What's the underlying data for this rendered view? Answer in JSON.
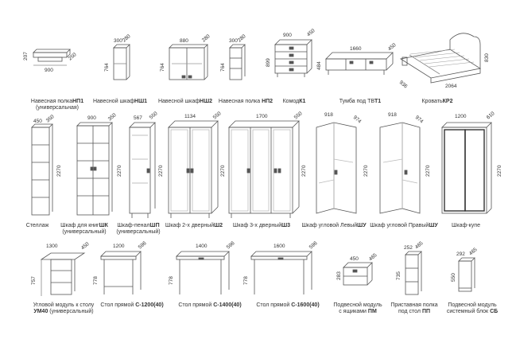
{
  "row1": [
    {
      "name": "Навесная полка",
      "code": "НП1",
      "sub": "(универсальная)",
      "dims": [
        "900",
        "207",
        "250"
      ]
    },
    {
      "name": "Навесной шкаф",
      "code": "НШ1",
      "sub": "",
      "dims": [
        "300",
        "280",
        "764"
      ]
    },
    {
      "name": "Навесной шкаф",
      "code": "НШ2",
      "sub": "",
      "dims": [
        "880",
        "280",
        "764"
      ]
    },
    {
      "name": "Навесная полка ",
      "code": "НП2",
      "sub": "",
      "dims": [
        "300",
        "280",
        "764"
      ]
    },
    {
      "name": "Комод",
      "code": "К1",
      "sub": "",
      "dims": [
        "900",
        "450",
        "899"
      ]
    },
    {
      "name": "Тумба под ТВ",
      "code": "Т1",
      "sub": "",
      "dims": [
        "1660",
        "450",
        "484"
      ]
    },
    {
      "name": "Кровать",
      "code": "КР2",
      "sub": "",
      "dims": [
        "2064",
        "936",
        "830"
      ]
    }
  ],
  "row2": [
    {
      "name": "Стеллаж",
      "code": "",
      "sub": "",
      "dims": [
        "450",
        "350",
        "2270"
      ]
    },
    {
      "name": "Шкаф для книг",
      "code": "ШК",
      "sub": "(универсальный)",
      "dims": [
        "900",
        "350",
        "2270"
      ]
    },
    {
      "name": "Шкаф-пенал",
      "code": "ШП",
      "sub": "(универсальный)",
      "dims": [
        "567",
        "550",
        "2270"
      ]
    },
    {
      "name": "Шкаф 2-х дверный",
      "code": "Ш2",
      "sub": "",
      "dims": [
        "1134",
        "550",
        "2270"
      ]
    },
    {
      "name": "Шкаф 3-х дверный",
      "code": "Ш3",
      "sub": "",
      "dims": [
        "1700",
        "550",
        "2270"
      ]
    },
    {
      "name": "Шкаф угловой Левый",
      "code": "ШУ",
      "sub": "",
      "dims": [
        "918",
        "974",
        "2270"
      ]
    },
    {
      "name": "Шкаф угловой Правый",
      "code": "ШУ",
      "sub": "",
      "dims": [
        "918",
        "974",
        "2270"
      ]
    },
    {
      "name": "Шкаф-купе",
      "code": "",
      "sub": "",
      "dims": [
        "1200",
        "610",
        "2270"
      ]
    }
  ],
  "row3": [
    {
      "name": "Угловой модуль к столу",
      "code": "УМ40",
      "sub": " (универсальный)",
      "dims": [
        "1300",
        "450",
        "757"
      ]
    },
    {
      "name": "Стол прямой ",
      "code": "С-1200(40)",
      "sub": "",
      "dims": [
        "1200",
        "596",
        "778"
      ]
    },
    {
      "name": "Стол прямой ",
      "code": "С-1400(40)",
      "sub": "",
      "dims": [
        "1400",
        "596",
        "778"
      ]
    },
    {
      "name": "Стол прямой ",
      "code": "С-1600(40)",
      "sub": "",
      "dims": [
        "1600",
        "596",
        "778"
      ]
    },
    {
      "name": "Подвесной модуль",
      "code": "ПМ",
      "sub": "с ящиками ",
      "dims": [
        "450",
        "465",
        "283"
      ]
    },
    {
      "name": "Приставная полка",
      "code": "ПП",
      "sub": "под стол ",
      "dims": [
        "252",
        "465",
        "735"
      ]
    },
    {
      "name": "Подвесной модуль",
      "code": "СБ",
      "sub": "системный блок ",
      "dims": [
        "292",
        "465",
        "550"
      ]
    }
  ]
}
